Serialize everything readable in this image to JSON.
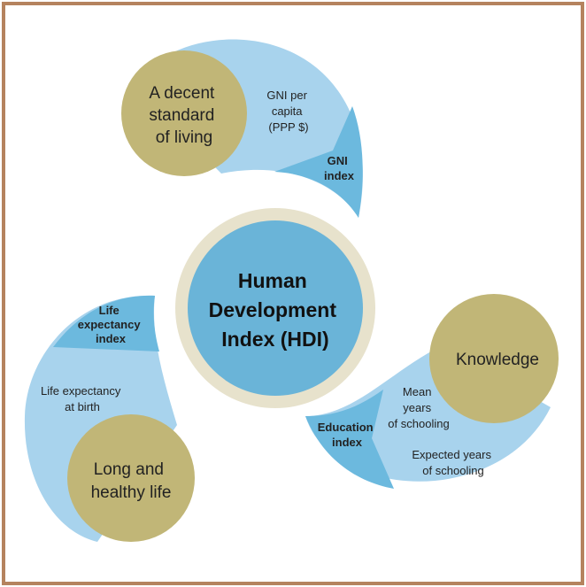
{
  "center": {
    "title_lines": [
      "Human",
      "Development",
      "Index (HDI)"
    ]
  },
  "dimensions": [
    {
      "name_lines": [
        "A decent",
        "standard",
        "of living"
      ],
      "indicator_lines": [
        "GNI per",
        "capita",
        "(PPP $)"
      ],
      "index_lines": [
        "GNI",
        "index"
      ]
    },
    {
      "name_lines": [
        "Knowledge"
      ],
      "indicator1_lines": [
        "Mean",
        "years",
        "of schooling"
      ],
      "indicator2_lines": [
        "Expected years",
        "of schooling"
      ],
      "index_lines": [
        "Education",
        "index"
      ]
    },
    {
      "name_lines": [
        "Long and",
        "healthy life"
      ],
      "indicator_lines": [
        "Life expectancy",
        "at birth"
      ],
      "index_lines": [
        "Life",
        "expectancy",
        "index"
      ]
    }
  ],
  "colors": {
    "border": "#b5835e",
    "light_blue": "#a8d3ed",
    "mid_blue": "#6cb9de",
    "olive": "#c1b677",
    "ring": "#e7e2cc",
    "center": "#6ab4d8"
  }
}
